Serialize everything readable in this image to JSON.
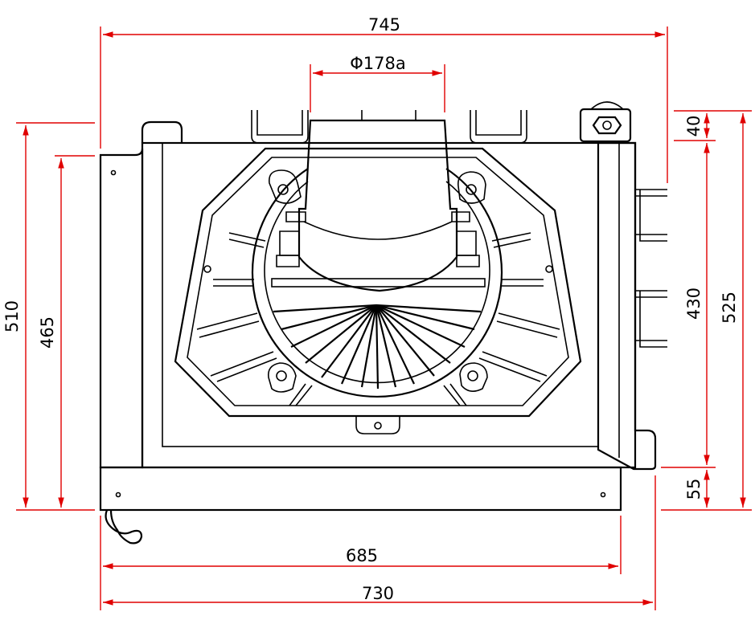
{
  "dimensions": {
    "overall_width_top": "745",
    "fan_diameter": "Φ178a",
    "height_left_outer": "510",
    "height_left_inner": "465",
    "top_offset_right": "40",
    "height_right_mid": "430",
    "height_right_total": "525",
    "bottom_offset_right": "55",
    "base_width_inner": "685",
    "base_width_outer": "730"
  },
  "colors": {
    "dimension_lines": "#e00000",
    "outline": "#000000",
    "background": "#ffffff"
  }
}
